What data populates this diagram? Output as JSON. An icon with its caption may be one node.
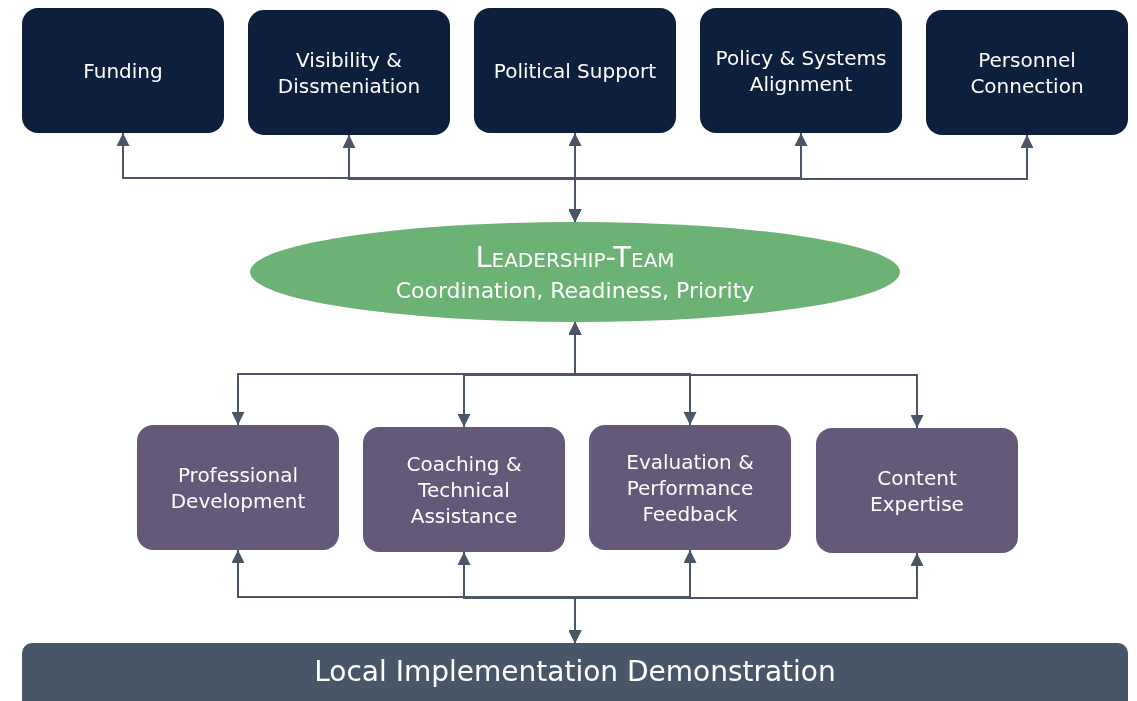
{
  "diagram": {
    "nodes": [
      {
        "text": [
          "Funding"
        ]
      },
      {
        "text": [
          "Visibility & Dissmeniation"
        ]
      },
      {
        "text": [
          "Political Support"
        ]
      },
      {
        "text": [
          "Policy & Systems Alignment"
        ]
      },
      {
        "text": [
          "Personnel Connection"
        ]
      },
      {
        "text": [
          "Leadership-Team",
          "Coordination, Readiness, Priority"
        ]
      },
      {
        "text": [
          "Professional Development"
        ]
      },
      {
        "text": [
          "Coaching & Technical Assistance"
        ]
      },
      {
        "text": [
          "Evaluation & Performance Feedback"
        ]
      },
      {
        "text": [
          "Content Expertise"
        ]
      },
      {
        "text": [
          "Local Implementation Demonstration"
        ]
      }
    ],
    "edges": [
      {
        "from": 5,
        "to": 0,
        "arrow": "both"
      },
      {
        "from": 5,
        "to": 1,
        "arrow": "both"
      },
      {
        "from": 5,
        "to": 2,
        "arrow": "both"
      },
      {
        "from": 5,
        "to": 3,
        "arrow": "both"
      },
      {
        "from": 5,
        "to": 4,
        "arrow": "both"
      },
      {
        "from": 5,
        "to": 6,
        "arrow": "both"
      },
      {
        "from": 5,
        "to": 7,
        "arrow": "both"
      },
      {
        "from": 5,
        "to": 8,
        "arrow": "both"
      },
      {
        "from": 5,
        "to": 9,
        "arrow": "both"
      },
      {
        "from": 10,
        "to": 6,
        "arrow": "both"
      },
      {
        "from": 10,
        "to": 7,
        "arrow": "both"
      },
      {
        "from": 10,
        "to": 8,
        "arrow": "both"
      },
      {
        "from": 10,
        "to": 9,
        "arrow": "both"
      }
    ]
  }
}
